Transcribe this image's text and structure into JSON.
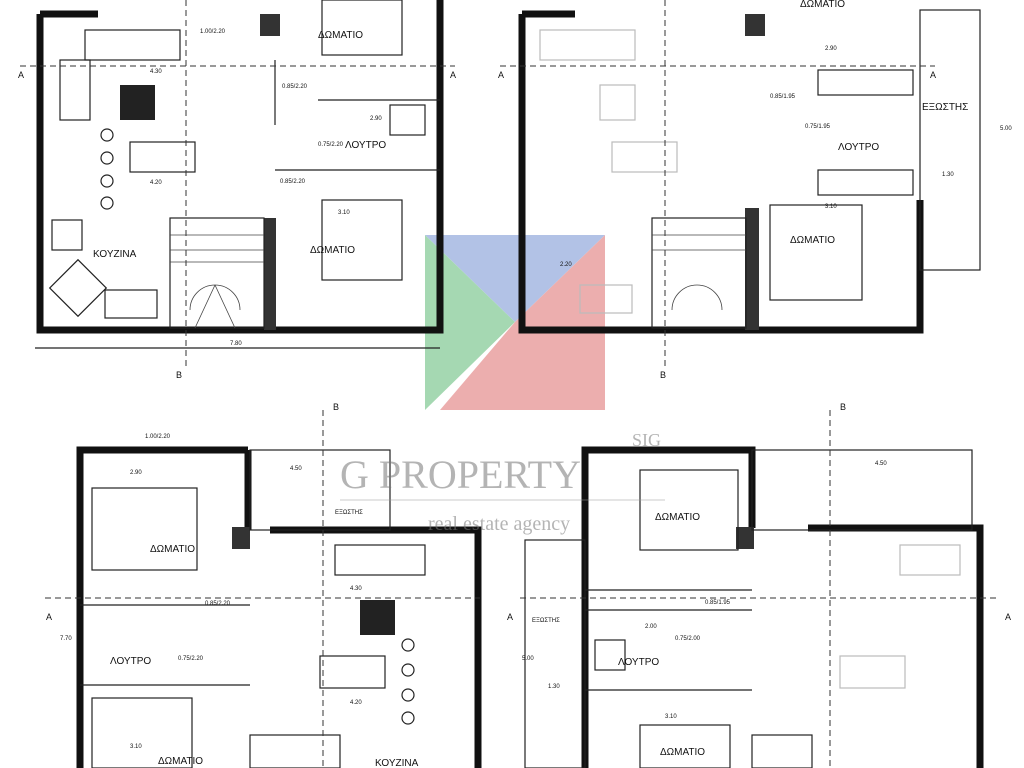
{
  "plans": [
    {
      "rooms": {
        "living": "",
        "bedroom1": "ΔΩΜΑΤΙΟ",
        "bedroom2": "ΔΩΜΑΤΙΟ",
        "bath": "ΛΟΥΤΡΟ",
        "kitchen": "ΚΟΥΖΙΝΑ"
      },
      "dims": {
        "width_total": "7.80",
        "living_w": "4.30",
        "living_w2": "4.20",
        "bed_w": "3.10",
        "bath_w": "2.90",
        "door_a": "1.00/2.20",
        "door_b": "0.85/2.20",
        "door_c": "0.75/2.20",
        "door_d": "0.85/2.20",
        "height": "2.90"
      },
      "section_marks": {
        "a_left": "A",
        "a_right": "A",
        "b_bottom": "B"
      }
    },
    {
      "rooms": {
        "bedroom1": "ΔΩΜΑΤΙΟ",
        "bedroom2": "ΔΩΜΑΤΙΟ",
        "bath": "ΛΟΥΤΡΟ",
        "balcony": "ΕΞΩΣΤΗΣ"
      },
      "dims": {
        "bed_w": "3.10",
        "bath_w": "2.90",
        "balcony_w": "1.30",
        "living_w": "2.20",
        "door_a": "0.85/1.95",
        "door_b": "0.75/1.95",
        "height": "5.00"
      },
      "section_marks": {
        "a_left": "A",
        "a_right": "A",
        "b_bottom": "B"
      }
    },
    {
      "rooms": {
        "bedroom1": "ΔΩΜΑΤΙΟ",
        "bedroom2": "ΔΩΜΑΤΙΟ",
        "bath": "ΛΟΥΤΡΟ",
        "kitchen": "ΚΟΥΖΙΝΑ",
        "balcony": "ΕΞΩΣΤΗΣ"
      },
      "dims": {
        "bed_w": "2.90",
        "bed_w2": "3.10",
        "living_w": "4.30",
        "living_w2": "4.20",
        "balcony_w": "4.50",
        "door_a": "1.00/2.20",
        "door_b": "0.85/2.20",
        "door_c": "0.75/2.20",
        "height": "7.70"
      },
      "section_marks": {
        "a_left": "A",
        "b_top": "B"
      }
    },
    {
      "rooms": {
        "bedroom1": "ΔΩΜΑΤΙΟ",
        "bedroom2": "ΔΩΜΑΤΙΟ",
        "bath": "ΛΟΥΤΡΟ",
        "balcony": "ΕΞΩΣΤΗΣ"
      },
      "dims": {
        "balcony_w": "4.50",
        "bath_w": "2.00",
        "bed_w": "3.10",
        "side_w": "1.30",
        "door_a": "0.85/1.95",
        "door_b": "0.75/2.00",
        "height": "5.00"
      },
      "section_marks": {
        "a_left": "A",
        "a_right": "A",
        "b_top": "B"
      }
    }
  ],
  "watermark": {
    "brand": "G PROPERTY",
    "tagline": "real estate agency",
    "badge": "SIG"
  },
  "colors": {
    "logo_blue": "#7f9bd6",
    "logo_green": "#6bbf7f",
    "logo_red": "#e07a7a"
  }
}
